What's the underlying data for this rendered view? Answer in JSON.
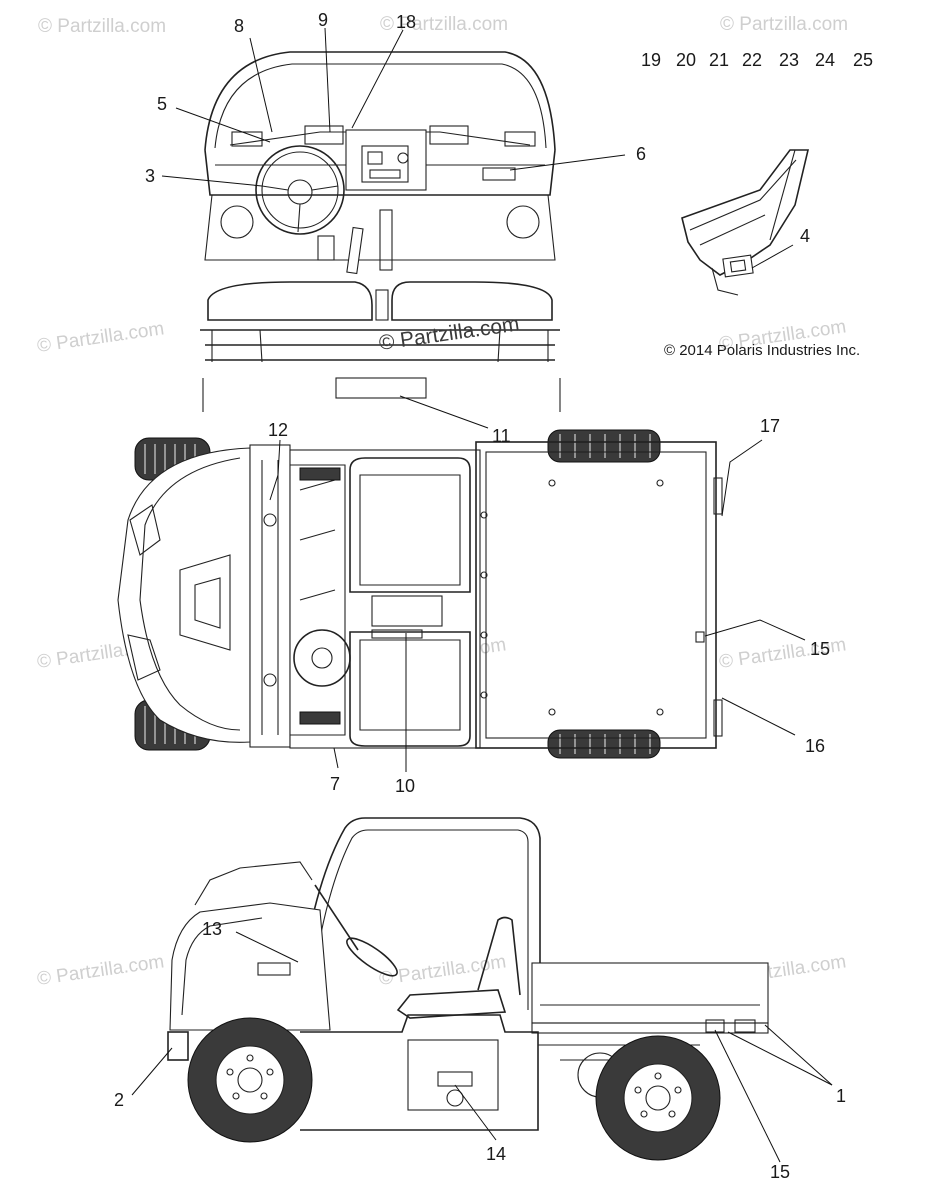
{
  "watermark": {
    "text": "© Partzilla.com",
    "center_text": "© Partzilla.com"
  },
  "copyright": "© 2014 Polaris Industries Inc.",
  "callouts": {
    "c1": "1",
    "c2": "2",
    "c3": "3",
    "c4": "4",
    "c5": "5",
    "c6": "6",
    "c7": "7",
    "c8": "8",
    "c9": "9",
    "c10": "10",
    "c11": "11",
    "c12": "12",
    "c13": "13",
    "c14": "14",
    "c15a": "15",
    "c15b": "15",
    "c16": "16",
    "c17": "17",
    "c18": "18"
  },
  "index_numbers": [
    "19",
    "20",
    "21",
    "22",
    "23",
    "24",
    "25"
  ]
}
